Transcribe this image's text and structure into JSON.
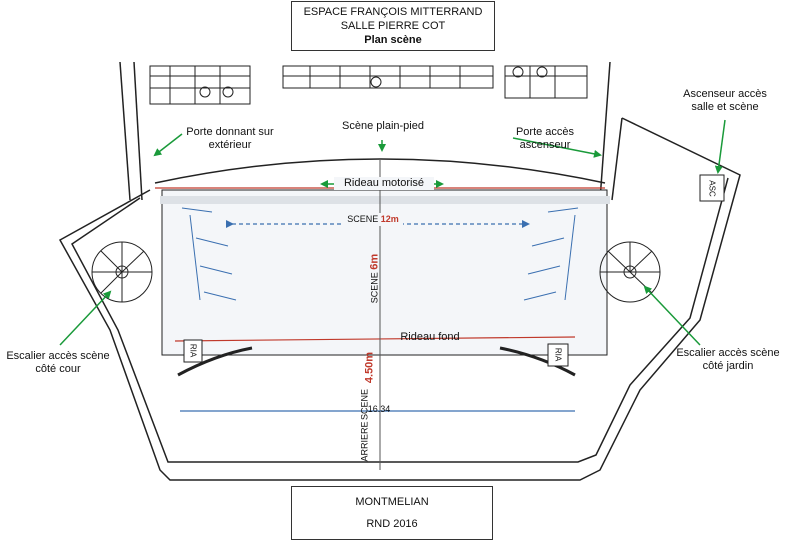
{
  "header": {
    "line1": "ESPACE FRANÇOIS MITTERRAND",
    "line2": "SALLE PIERRE COT",
    "line3": "Plan scène"
  },
  "footer": {
    "line1": "MONTMELIAN",
    "line2": "RND 2016"
  },
  "labels": {
    "porte_exterieur_1": "Porte donnant sur",
    "porte_exterieur_2": "extérieur",
    "scene_plain_pied": "Scène plain-pied",
    "porte_ascenseur_1": "Porte accès",
    "porte_ascenseur_2": "ascenseur",
    "ascenseur_1": "Ascenseur accès",
    "ascenseur_2": "salle et scène",
    "rideau_motorise": "Rideau motorisé",
    "rideau_fond": "Rideau fond",
    "escalier_cour_1": "Escalier accès scène",
    "escalier_cour_2": "côté cour",
    "escalier_jardin_1": "Escalier accès scène",
    "escalier_jardin_2": "côté jardin"
  },
  "dimensions": {
    "scene_label": "SCENE",
    "width_value": "12m",
    "depth_value": "6m",
    "arriere_depth": "4.50m",
    "scene_arriere_1": "SCENE",
    "scene_arriere_2": "ARRIERE",
    "arriere_width": "16.34"
  },
  "plan_marks": {
    "ria_left": "RIA",
    "ria_right": "RIA",
    "asc": "ASC"
  },
  "colors": {
    "arrow_green": "#1a9a3a",
    "red_line": "#c0392b",
    "blue_line": "#3a6fb0",
    "dim_red": "#c0392b"
  }
}
